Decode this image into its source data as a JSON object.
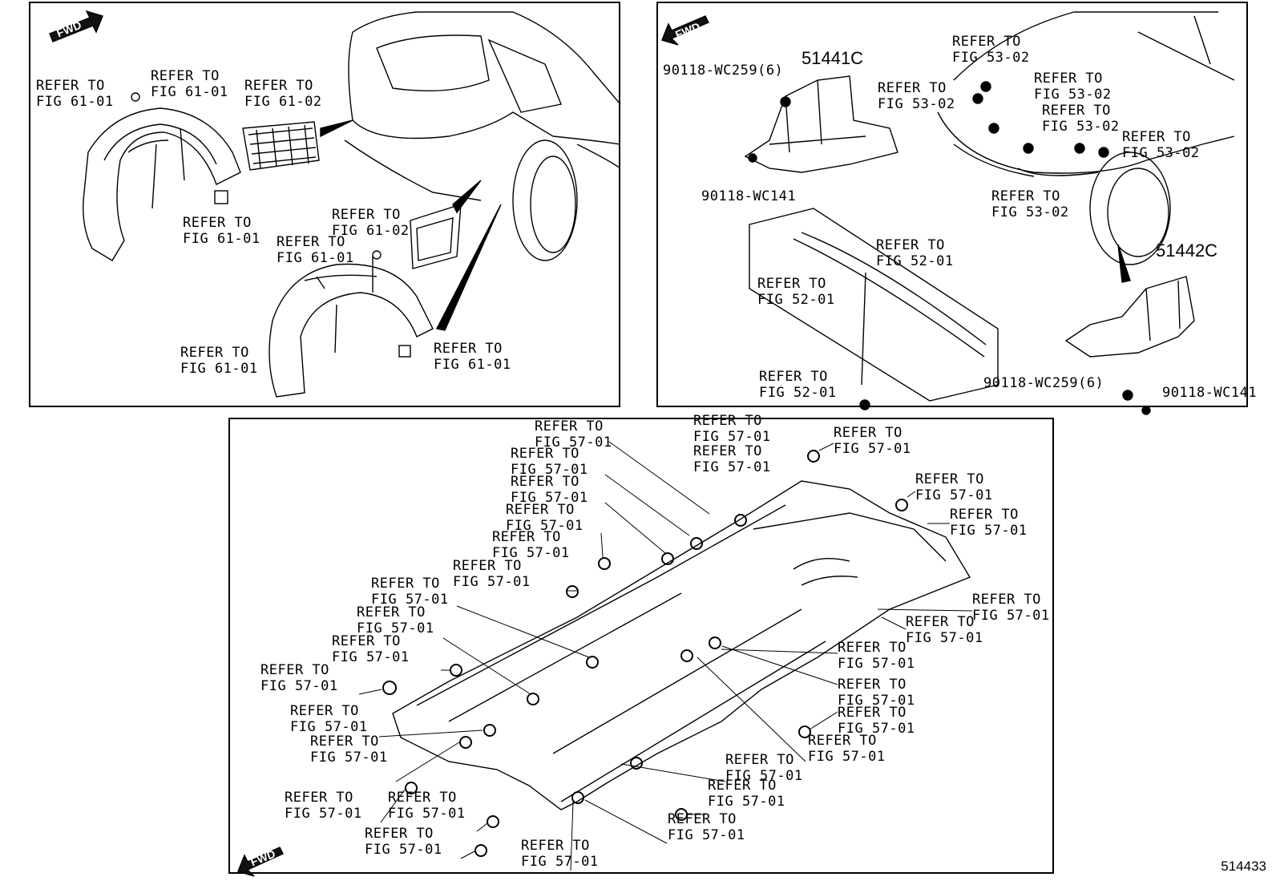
{
  "panels": {
    "a": {
      "fwd": "FWD",
      "callouts": [
        "REFER TO\nFIG 61-01",
        "REFER TO\nFIG 61-01",
        "REFER TO\nFIG 61-02",
        "REFER TO\nFIG 61-01",
        "REFER TO\nFIG 61-02",
        "REFER TO\nFIG 61-01",
        "REFER TO\nFIG 61-01",
        "REFER TO\nFIG 61-01"
      ]
    },
    "b": {
      "fwd": "FWD",
      "part_upper": "51441C",
      "part_lower": "51442C",
      "bolt_1": "90118-WC259(6)",
      "bolt_2": "90118-WC141",
      "bolt_3": "90118-WC259(6)",
      "bolt_4": "90118-WC141",
      "callouts": [
        "REFER TO\nFIG 53-02",
        "REFER TO\nFIG 53-02",
        "REFER TO\nFIG 53-02",
        "REFER TO\nFIG 53-02",
        "REFER TO\nFIG 53-02",
        "REFER TO\nFIG 53-02",
        "REFER TO\nFIG 52-01",
        "REFER TO\nFIG 52-01",
        "REFER TO\nFIG 52-01"
      ]
    },
    "c": {
      "fwd": "FWD",
      "callout_text": "REFER TO\nFIG 57-01"
    }
  },
  "illustration_id": "514433"
}
